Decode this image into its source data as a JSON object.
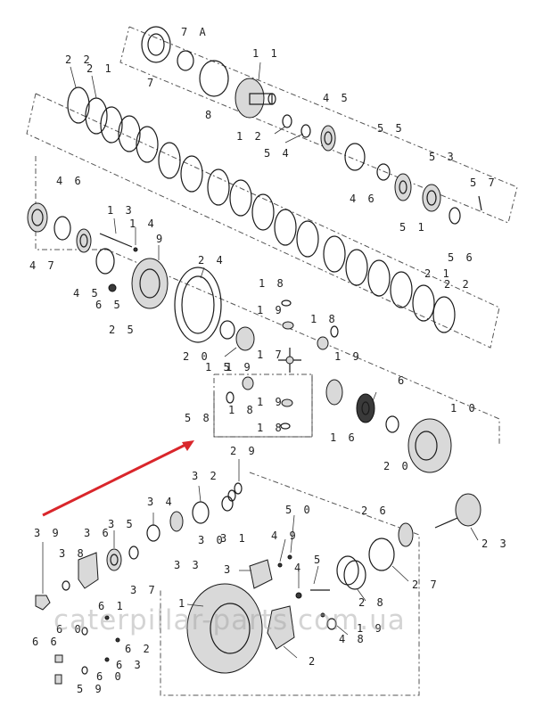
{
  "watermark": "caterpillar-parts.com.ua",
  "colors": {
    "arrow": "#d9262b",
    "line": "#1a1a1a",
    "background": "#ffffff"
  },
  "callouts": [
    {
      "id": "7A",
      "text": "7 A"
    },
    {
      "id": "7",
      "text": "7"
    },
    {
      "id": "8",
      "text": "8"
    },
    {
      "id": "11",
      "text": "1 1"
    },
    {
      "id": "12",
      "text": "1 2"
    },
    {
      "id": "54",
      "text": "5 4"
    },
    {
      "id": "45a",
      "text": "4 5"
    },
    {
      "id": "55",
      "text": "5 5"
    },
    {
      "id": "53",
      "text": "5 3"
    },
    {
      "id": "46a",
      "text": "4 6"
    },
    {
      "id": "51",
      "text": "5 1"
    },
    {
      "id": "57",
      "text": "5 7"
    },
    {
      "id": "56",
      "text": "5 6"
    },
    {
      "id": "22a",
      "text": "2 2"
    },
    {
      "id": "21a",
      "text": "2 1"
    },
    {
      "id": "46b",
      "text": "4 6"
    },
    {
      "id": "47",
      "text": "4 7"
    },
    {
      "id": "13",
      "text": "1 3"
    },
    {
      "id": "14",
      "text": "1 4"
    },
    {
      "id": "9",
      "text": "9"
    },
    {
      "id": "24",
      "text": "2 4"
    },
    {
      "id": "45b",
      "text": "4 5"
    },
    {
      "id": "65",
      "text": "6 5"
    },
    {
      "id": "25",
      "text": "2 5"
    },
    {
      "id": "18a",
      "text": "1 8"
    },
    {
      "id": "21b",
      "text": "2 1"
    },
    {
      "id": "22b",
      "text": "2 2"
    },
    {
      "id": "19a",
      "text": "1 9"
    },
    {
      "id": "18b",
      "text": "1 8"
    },
    {
      "id": "20a",
      "text": "2 0"
    },
    {
      "id": "17",
      "text": "1 7"
    },
    {
      "id": "19b",
      "text": "1 9"
    },
    {
      "id": "15",
      "text": "1 5"
    },
    {
      "id": "19c",
      "text": "1 9"
    },
    {
      "id": "6",
      "text": "6"
    },
    {
      "id": "19d",
      "text": "1 9"
    },
    {
      "id": "18c",
      "text": "1 8"
    },
    {
      "id": "58",
      "text": "5 8"
    },
    {
      "id": "18d",
      "text": "1 8"
    },
    {
      "id": "16",
      "text": "1 6"
    },
    {
      "id": "10",
      "text": "1 0"
    },
    {
      "id": "20b",
      "text": "2 0"
    },
    {
      "id": "29",
      "text": "2 9"
    },
    {
      "id": "32",
      "text": "3 2"
    },
    {
      "id": "34",
      "text": "3 4"
    },
    {
      "id": "35",
      "text": "3 5"
    },
    {
      "id": "31",
      "text": "3 1"
    },
    {
      "id": "30",
      "text": "3 0"
    },
    {
      "id": "33",
      "text": "3 3"
    },
    {
      "id": "39",
      "text": "3 9"
    },
    {
      "id": "36",
      "text": "3 6"
    },
    {
      "id": "38",
      "text": "3 8"
    },
    {
      "id": "37",
      "text": "3 7"
    },
    {
      "id": "26",
      "text": "2 6"
    },
    {
      "id": "23",
      "text": "2 3"
    },
    {
      "id": "50",
      "text": "5 0"
    },
    {
      "id": "49",
      "text": "4 9"
    },
    {
      "id": "27",
      "text": "2 7"
    },
    {
      "id": "3",
      "text": "3"
    },
    {
      "id": "5",
      "text": "5"
    },
    {
      "id": "4",
      "text": "4"
    },
    {
      "id": "28",
      "text": "2 8"
    },
    {
      "id": "1",
      "text": "1"
    },
    {
      "id": "61",
      "text": "6 1"
    },
    {
      "id": "62",
      "text": "6 2"
    },
    {
      "id": "60a",
      "text": "6 0"
    },
    {
      "id": "48",
      "text": "4 8"
    },
    {
      "id": "19e",
      "text": "1 9"
    },
    {
      "id": "2",
      "text": "2"
    },
    {
      "id": "66",
      "text": "6 6"
    },
    {
      "id": "63",
      "text": "6 3"
    },
    {
      "id": "60b",
      "text": "6 0"
    },
    {
      "id": "59",
      "text": "5 9"
    }
  ]
}
